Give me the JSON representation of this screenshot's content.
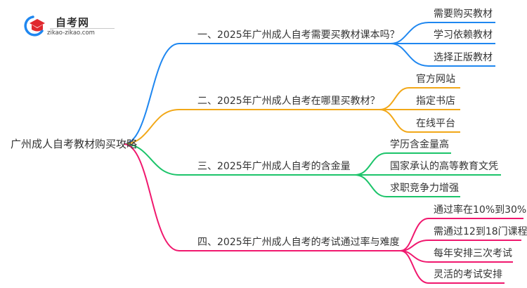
{
  "logo": {
    "title": "自考网",
    "url": "zikao-zikao.com",
    "icon": "graduation-cap-icon"
  },
  "root": {
    "label": "广州成人自考教材购买攻略"
  },
  "colors": {
    "branch1": "#1f87f0",
    "branch2": "#f2a818",
    "branch3": "#1cc46a",
    "branch4": "#f0186e"
  },
  "branches": [
    {
      "label": "一、2025年广州成人自考需要买教材课本吗？",
      "children": [
        {
          "label": "需要购买教材"
        },
        {
          "label": "学习依赖教材"
        },
        {
          "label": "选择正版教材"
        }
      ]
    },
    {
      "label": "二、2025年广州成人自考在哪里买教材？",
      "children": [
        {
          "label": "官方网站"
        },
        {
          "label": "指定书店"
        },
        {
          "label": "在线平台"
        }
      ]
    },
    {
      "label": "三、2025年广州成人自考的含金量",
      "children": [
        {
          "label": "学历含金量高"
        },
        {
          "label": "国家承认的高等教育文凭"
        },
        {
          "label": "求职竞争力增强"
        }
      ]
    },
    {
      "label": "四、2025年广州成人自考的考试通过率与难度",
      "children": [
        {
          "label": "通过率在10%到30%"
        },
        {
          "label": "需通过12到18门课程"
        },
        {
          "label": "每年安排三次考试"
        },
        {
          "label": "灵活的考试安排"
        }
      ]
    }
  ]
}
